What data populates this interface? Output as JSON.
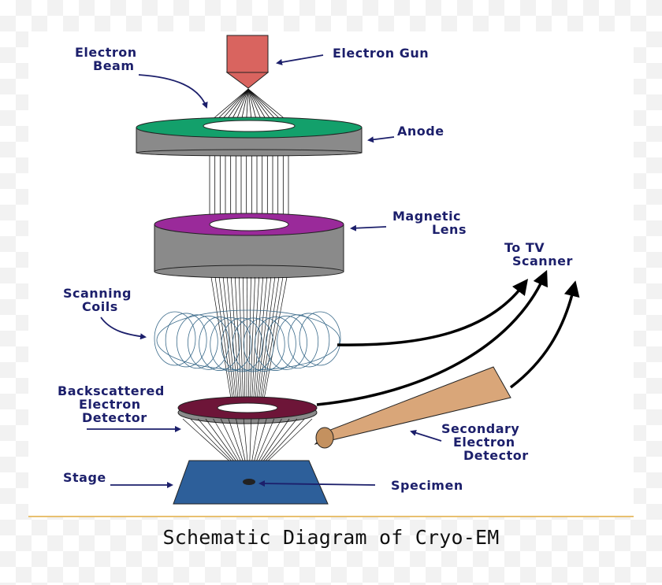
{
  "caption": "Schematic Diagram of Cryo-EM",
  "labels": {
    "electron_beam_1": "Electron",
    "electron_beam_2": "Beam",
    "electron_gun": "Electron Gun",
    "anode": "Anode",
    "magnetic_lens_1": "Magnetic",
    "magnetic_lens_2": "Lens",
    "to_tv_1": "To TV",
    "to_tv_2": "Scanner",
    "scanning_coils_1": "Scanning",
    "scanning_coils_2": "Coils",
    "backscattered_1": "Backscattered",
    "backscattered_2": "Electron",
    "backscattered_3": "Detector",
    "secondary_1": "Secondary",
    "secondary_2": "Electron",
    "secondary_3": "Detector",
    "stage": "Stage",
    "specimen": "Specimen"
  },
  "colors": {
    "label": "#1c1f6b",
    "gun": "#d9645f",
    "anode_top": "#13a06b",
    "ring_side": "#8a8a8a",
    "lens_top": "#9a2a9a",
    "detector_top": "#6d1538",
    "stage": "#2d5f9a",
    "secondary_detector": "#d9a679"
  }
}
